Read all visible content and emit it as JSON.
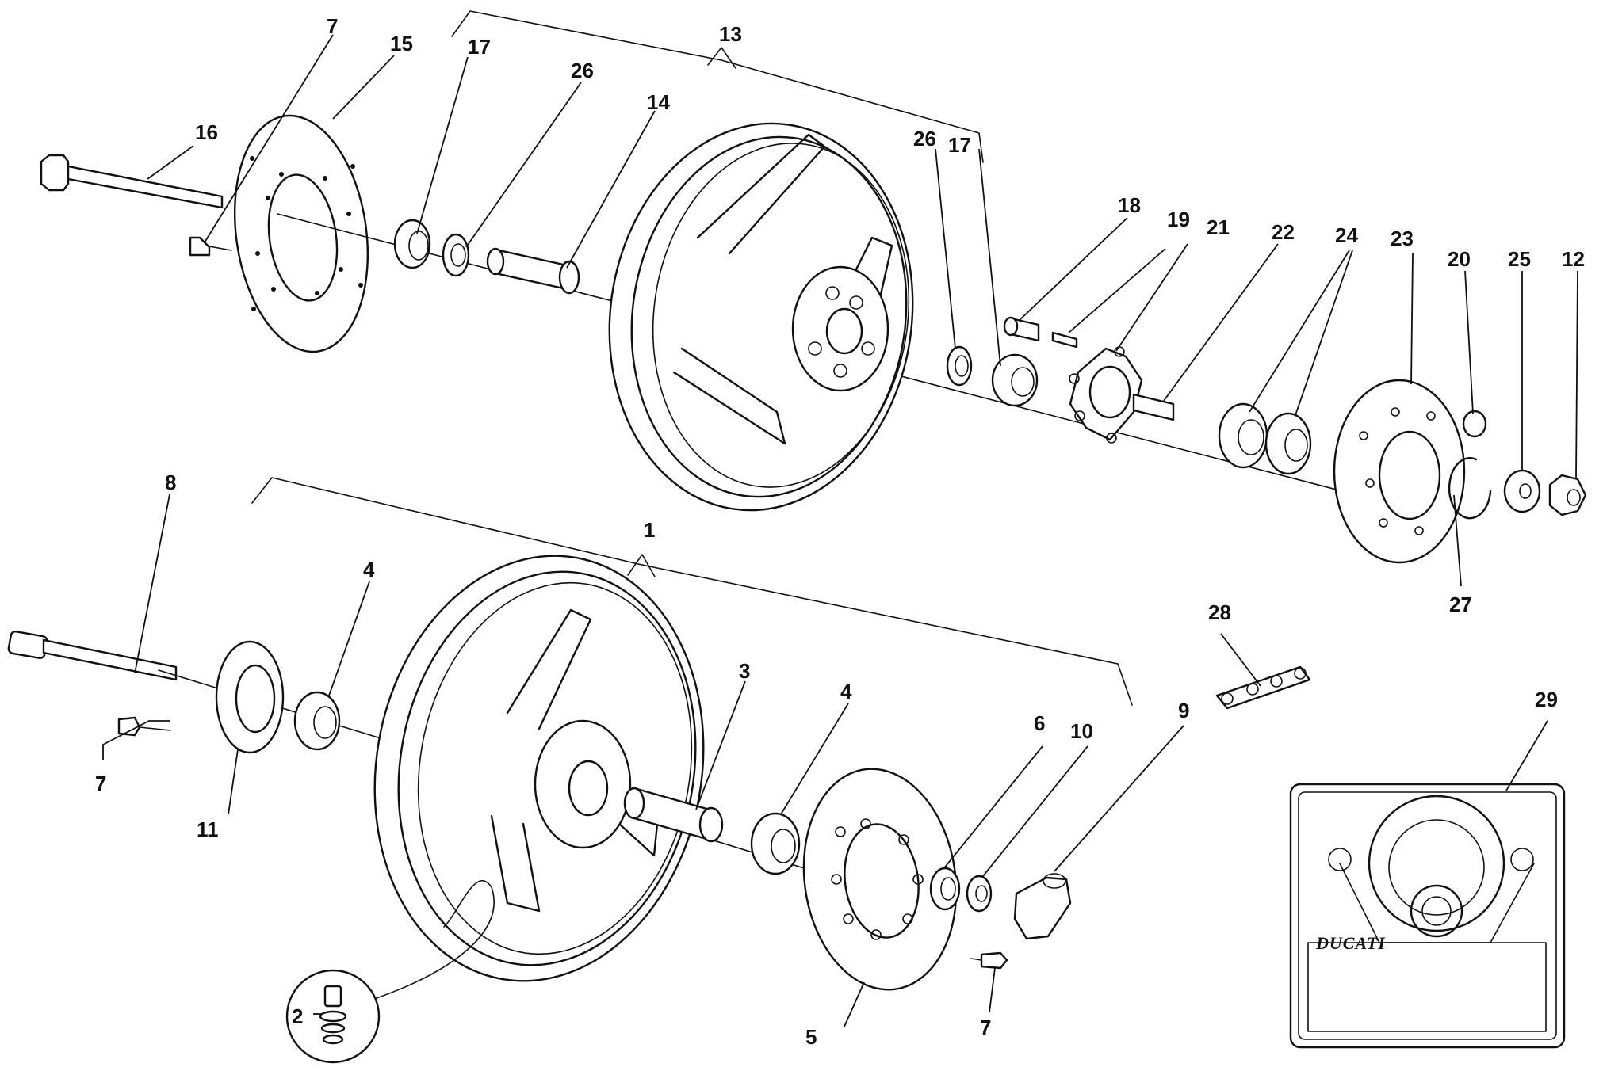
{
  "callouts": {
    "c1": "1",
    "c2": "2",
    "c3": "3",
    "c4a": "4",
    "c4b": "4",
    "c5": "5",
    "c6": "6",
    "c7a": "7",
    "c7b": "7",
    "c7c": "7",
    "c8": "8",
    "c9": "9",
    "c10": "10",
    "c11": "11",
    "c12": "12",
    "c13": "13",
    "c14": "14",
    "c15": "15",
    "c16": "16",
    "c17a": "17",
    "c17b": "17",
    "c18": "18",
    "c19": "19",
    "c20": "20",
    "c21": "21",
    "c22": "22",
    "c23": "23",
    "c24": "24",
    "c25": "25",
    "c26a": "26",
    "c26b": "26",
    "c27": "27",
    "c28": "28",
    "c29": "29"
  },
  "logo": {
    "text": "DUCATI"
  }
}
